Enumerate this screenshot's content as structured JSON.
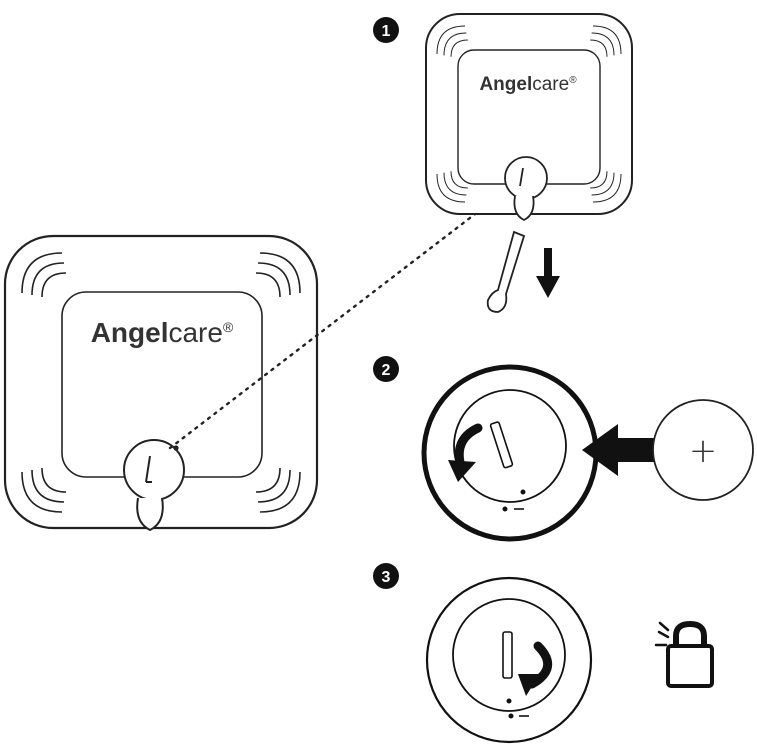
{
  "brand": {
    "name_bold": "Angel",
    "name_light": "care",
    "mark": "®"
  },
  "steps": [
    {
      "number": "1"
    },
    {
      "number": "2"
    },
    {
      "number": "3"
    }
  ],
  "battery": {
    "symbol": "+"
  },
  "icons": {
    "down_arrow": "down-arrow-icon",
    "insert_arrow": "insert-arrow-icon",
    "rotate_arrow": "rotate-arrow-icon",
    "lock": "lock-icon",
    "tool": "opening-tool-icon"
  },
  "colors": {
    "line": "#222222",
    "fill": "#ffffff",
    "fill_dark": "#111111"
  }
}
